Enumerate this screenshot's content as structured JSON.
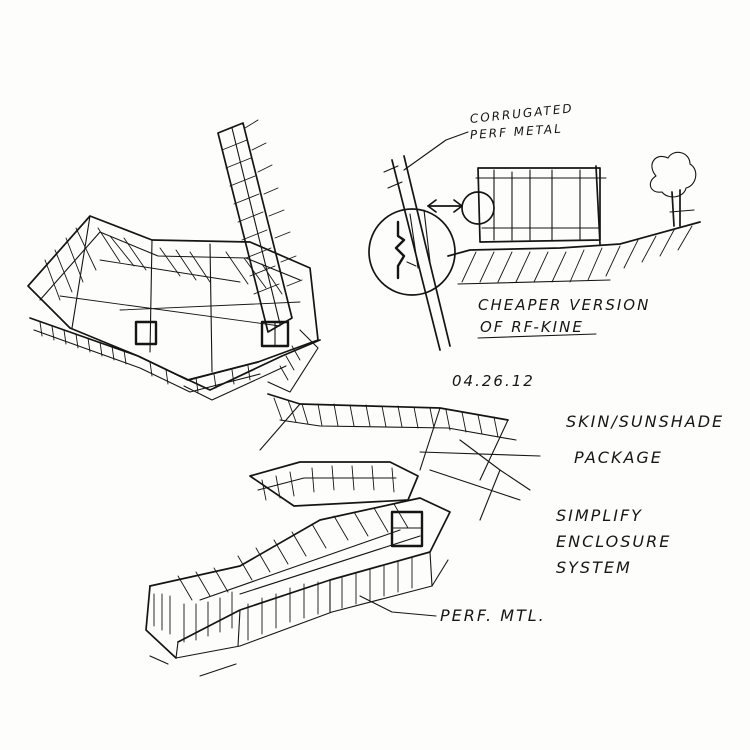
{
  "sketch": {
    "notes": {
      "corrugated": "CORRUGATED",
      "perf_metal_top": "PERF METAL",
      "cheaper": "CHEAPER VERSION",
      "of_rf": "OF RF-KINE",
      "date": "04.26.12",
      "skin": "SKIN/SUNSHADE",
      "package": "PACKAGE",
      "simplify": "SIMPLIFY",
      "enclosure": "ENCLOSURE",
      "system": "SYSTEM",
      "perf_mtl": "PERF. MTL."
    }
  }
}
